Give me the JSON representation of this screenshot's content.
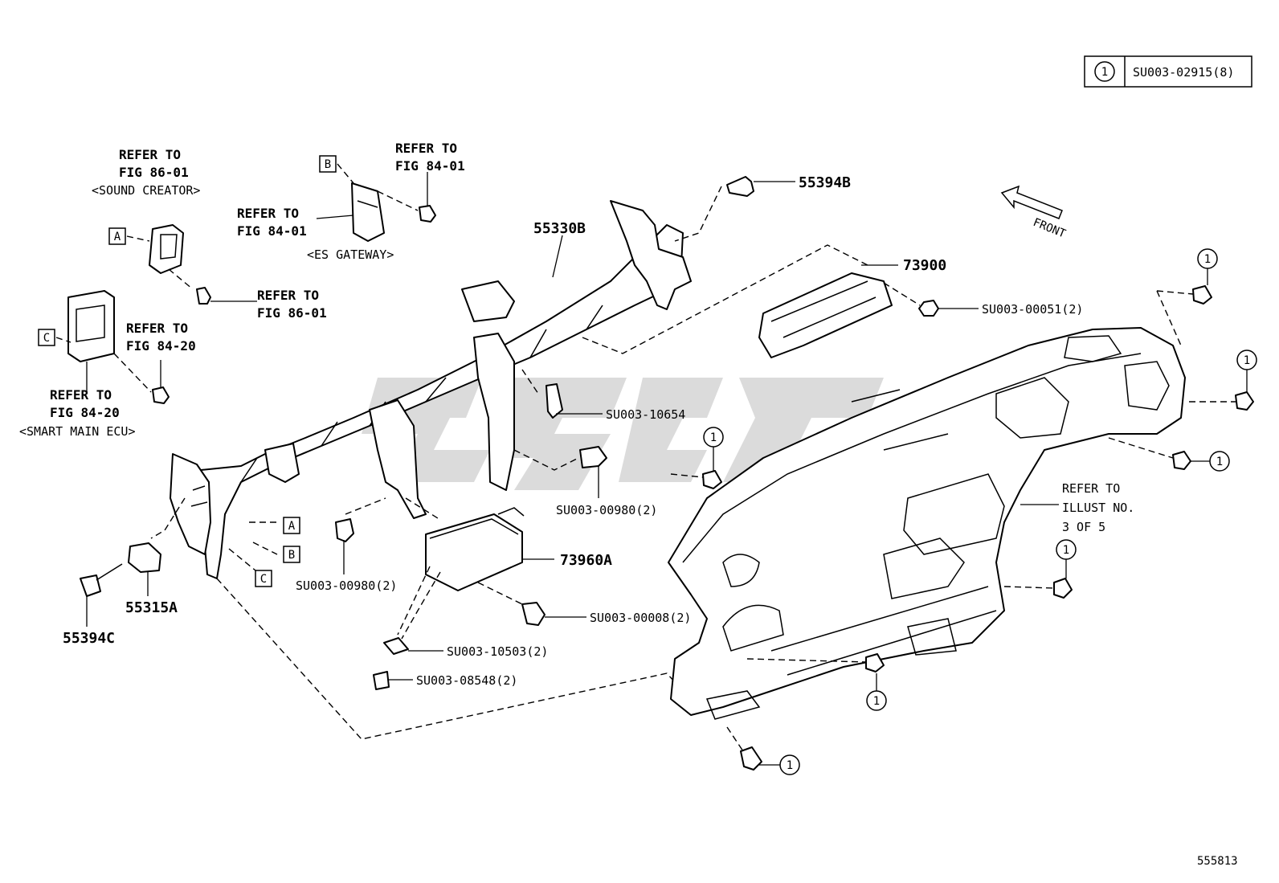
{
  "legend": {
    "symbol": "1",
    "part": "SU003-02915(8)"
  },
  "diagram_id": "555813",
  "front_label": "FRONT",
  "callouts": {
    "p55394B": "55394B",
    "p55330B": "55330B",
    "p73900": "73900",
    "p73960A": "73960A",
    "p55315A": "55315A",
    "p55394C": "55394C",
    "su10654": "SU003-10654",
    "su00980_right": "SU003-00980(2)",
    "su00980_left": "SU003-00980(2)",
    "su00008": "SU003-00008(2)",
    "su10503": "SU003-10503(2)",
    "su08548": "SU003-08548(2)",
    "su00051": "SU003-00051(2)"
  },
  "references": {
    "sound_creator": {
      "line1": "REFER TO",
      "line2": "FIG 86-01",
      "name": "<SOUND CREATOR>"
    },
    "fig8601_bolt": {
      "line1": "REFER TO",
      "line2": "FIG 86-01"
    },
    "gateway_bolt": {
      "line1": "REFER TO",
      "line2": "FIG 84-01"
    },
    "gateway": {
      "line1": "REFER TO",
      "line2": "FIG 84-01",
      "name": "<ES GATEWAY>"
    },
    "smart_bolt": {
      "line1": "REFER TO",
      "line2": "FIG 84-20"
    },
    "smart_ecu": {
      "line1": "REFER TO",
      "line2": "FIG 84-20",
      "name": "<SMART MAIN ECU>"
    },
    "illust": {
      "line1": "REFER TO",
      "line2": "ILLUST NO.",
      "line3": "3 OF 5"
    }
  },
  "box_labels": {
    "A": "A",
    "B": "B",
    "C": "C"
  },
  "circle_marker": "1"
}
